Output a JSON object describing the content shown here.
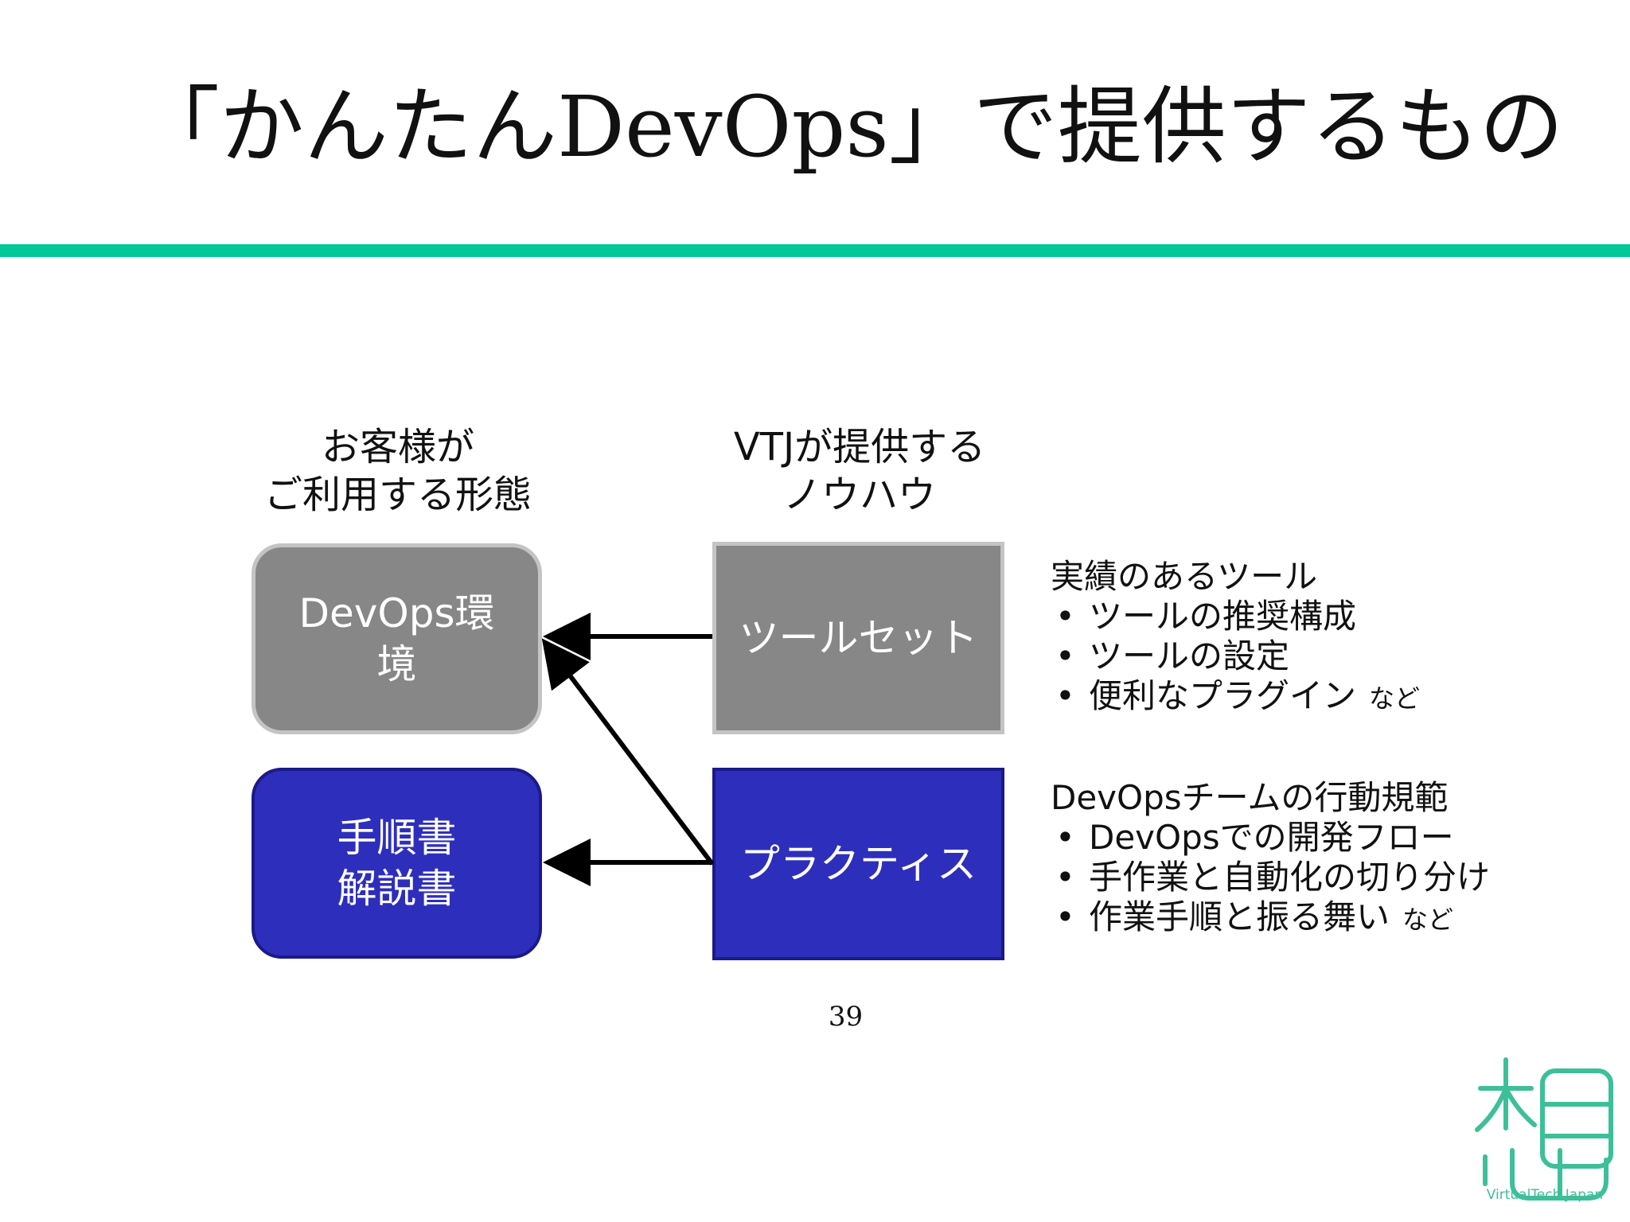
{
  "title": "「かんたんDevOps」で提供するもの",
  "colors": {
    "accent_rule": "#00c896",
    "gray_box": "#878787",
    "gray_border": "#c4c4c4",
    "blue_box": "#2e2ebd",
    "blue_border": "#1a1a8a",
    "logo": "#3dbf9a"
  },
  "left_column": {
    "heading_lines": [
      "お客様が",
      "ご利用する形態"
    ],
    "top_box_lines": [
      "DevOps環",
      "境"
    ],
    "bottom_box_lines": [
      "手順書",
      "解説書"
    ]
  },
  "middle_column": {
    "heading_lines": [
      "VTJが提供する",
      "ノウハウ"
    ],
    "top_box": "ツールセット",
    "bottom_box": "プラクティス"
  },
  "tools_description": {
    "heading": "実績のあるツール",
    "items": [
      "ツールの推奨構成",
      "ツールの設定",
      "便利なプラグイン"
    ],
    "suffix": "など"
  },
  "practice_description": {
    "heading": "DevOpsチームの行動規範",
    "items": [
      "DevOpsでの開発フロー",
      "手作業と自動化の切り分け",
      "作業手順と振る舞い"
    ],
    "suffix": "など"
  },
  "bullet": "•",
  "page_number": "39",
  "logo": {
    "text": "VirtualTech Japan",
    "icon": "vtj-kanji-logo-icon"
  }
}
